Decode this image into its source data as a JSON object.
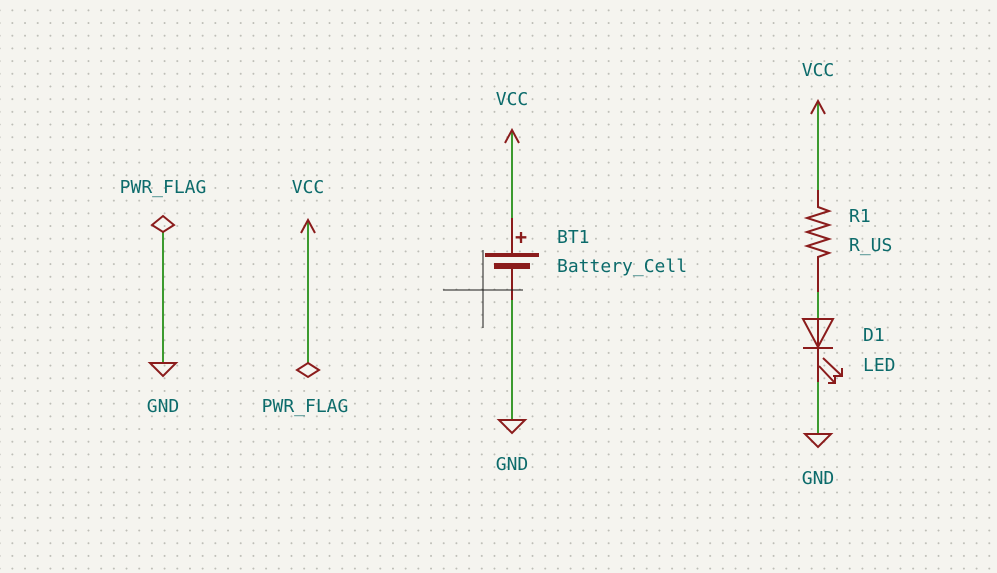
{
  "colors": {
    "background": "#f5f4ef",
    "grid_dot": "#bdbdb6",
    "wire": "#3c9a2f",
    "symbol": "#8b1c1c",
    "text": "#0c6b6b",
    "crosshair": "#1a1a1a"
  },
  "power_symbols": {
    "pwr_flag_1": "PWR_FLAG",
    "gnd_1": "GND",
    "vcc_1": "VCC",
    "pwr_flag_2": "PWR_FLAG",
    "vcc_2": "VCC",
    "gnd_2": "GND",
    "vcc_3": "VCC",
    "gnd_3": "GND"
  },
  "components": {
    "battery": {
      "reference": "BT1",
      "value": "Battery_Cell",
      "polarity_mark": "+"
    },
    "resistor": {
      "reference": "R1",
      "value": "R_US"
    },
    "led": {
      "reference": "D1",
      "value": "LED"
    }
  }
}
